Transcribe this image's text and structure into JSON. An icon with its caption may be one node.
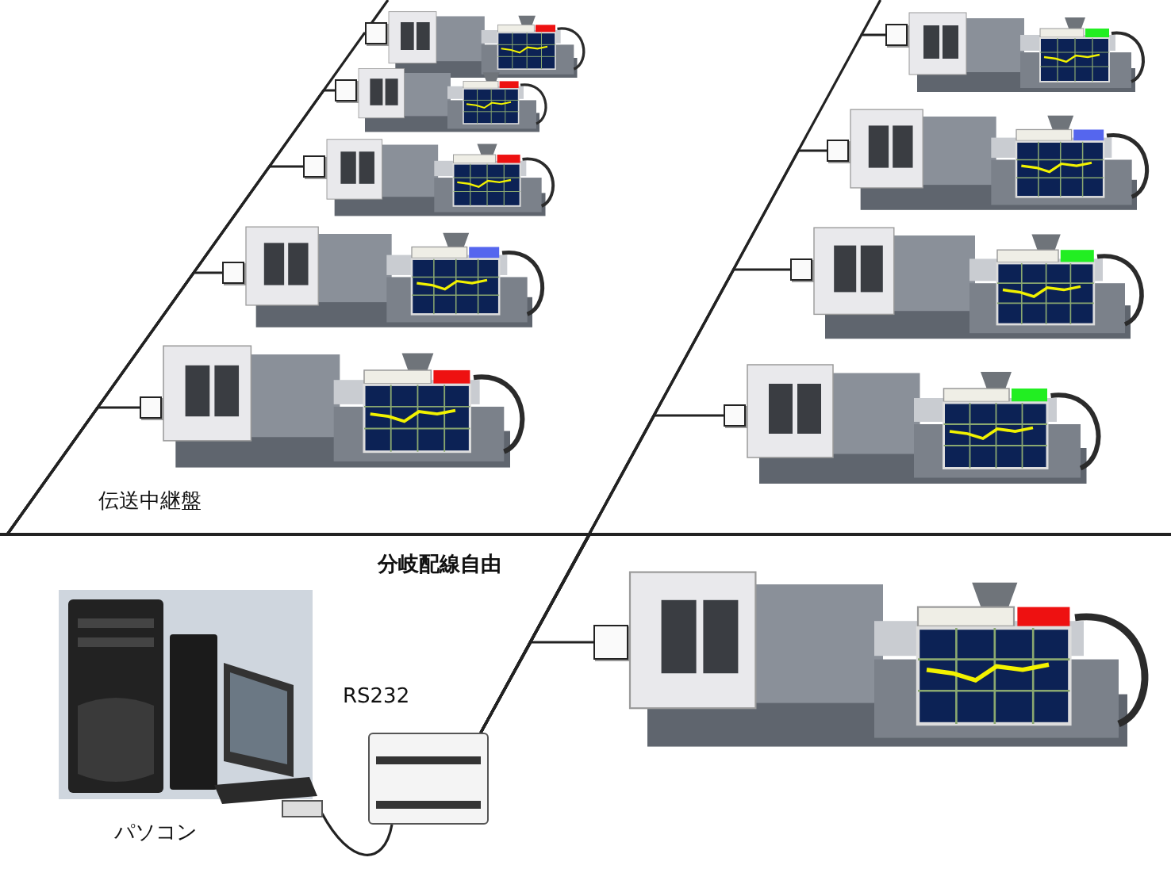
{
  "diagram": {
    "nodes": [
      {
        "text": [],
        "shape": "picture",
        "beside": [
          "パソコン"
        ]
      },
      {
        "text": [],
        "shape": "box",
        "beside": [
          "RS232"
        ]
      },
      {
        "text": [],
        "shape": "box"
      },
      {
        "text": [],
        "shape": "box"
      },
      {
        "text": [],
        "shape": "box"
      },
      {
        "text": [],
        "shape": "box"
      },
      {
        "text": [],
        "shape": "box"
      },
      {
        "text": [],
        "shape": "box"
      },
      {
        "text": [],
        "shape": "box"
      },
      {
        "text": [],
        "shape": "box"
      },
      {
        "text": [],
        "shape": "box"
      },
      {
        "text": [],
        "shape": "box"
      }
    ],
    "edges": [
      {
        "from": 0,
        "to": 1,
        "arrow": "none"
      },
      {
        "from": 1,
        "to": 2,
        "arrow": "none"
      },
      {
        "from": 1,
        "to": 3,
        "arrow": "none"
      },
      {
        "from": 1,
        "to": 4,
        "arrow": "none"
      },
      {
        "from": 1,
        "to": 5,
        "arrow": "none"
      },
      {
        "from": 1,
        "to": 6,
        "arrow": "none"
      },
      {
        "from": 1,
        "to": 7,
        "arrow": "none"
      },
      {
        "from": 1,
        "to": 8,
        "arrow": "none"
      },
      {
        "from": 1,
        "to": 9,
        "arrow": "none"
      },
      {
        "from": 1,
        "to": 10,
        "arrow": "none"
      },
      {
        "from": 1,
        "to": 11,
        "arrow": "none"
      }
    ],
    "labels": [
      "伝送中継盤",
      "分岐配線自由"
    ]
  }
}
